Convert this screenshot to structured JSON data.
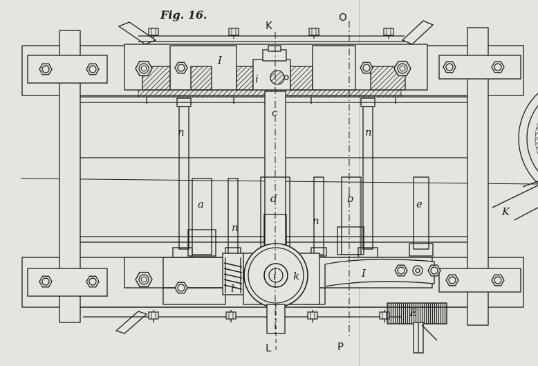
{
  "figure": {
    "title": "Fig. 16."
  },
  "section_marks": {
    "top_left": "K",
    "top_right": "O",
    "bottom_left": "L",
    "bottom_right": "P"
  },
  "parts": {
    "upper_beam": "I",
    "lower_beam": "I",
    "upper_axle": "i",
    "lower_axle": "i",
    "center_rod": "c",
    "inner_rod": "d",
    "rod_a": "a",
    "rod_b": "b",
    "rod_e": "e",
    "bolt_left_upper": "n",
    "bolt_right_upper": "n",
    "bolt_left_lower": "n",
    "bolt_right_lower": "n",
    "spring": "l",
    "housing": "k",
    "gear": "E",
    "wheel": "K"
  },
  "colors": {
    "paper": "#e4e5de",
    "ink": "#1d1d1d",
    "hatch": "#2a2a2a"
  }
}
